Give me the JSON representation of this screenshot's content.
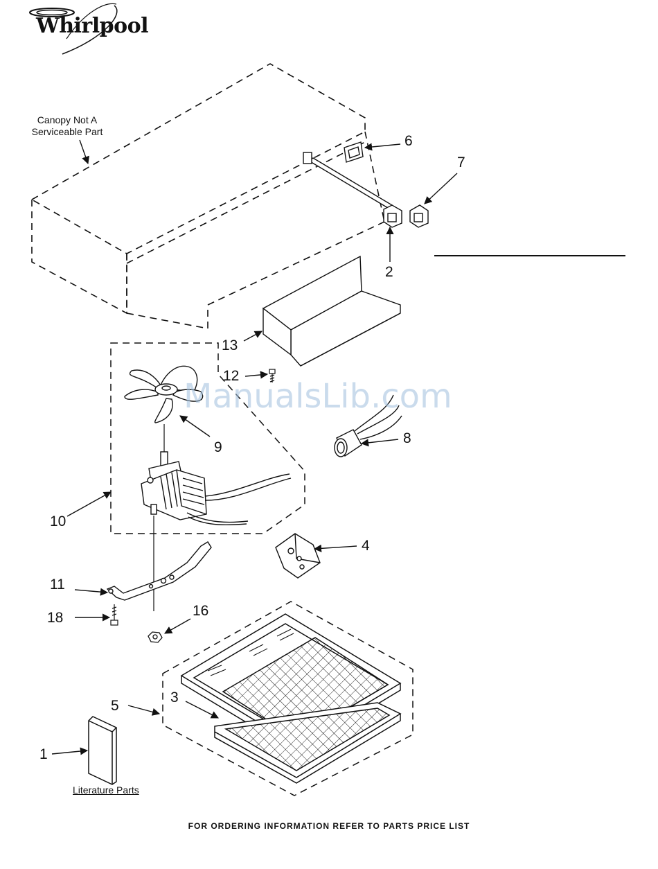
{
  "brand": {
    "name": "Whirlpool"
  },
  "watermark": {
    "text": "ManualsLib.com"
  },
  "notes": {
    "canopy_line1": "Canopy Not A",
    "canopy_line2": "Serviceable Part",
    "literature": "Literature Parts"
  },
  "footer": {
    "text": "FOR ORDERING INFORMATION REFER TO PARTS PRICE LIST"
  },
  "callouts": {
    "c1": "1",
    "c2": "2",
    "c3": "3",
    "c4": "4",
    "c5": "5",
    "c6": "6",
    "c7": "7",
    "c8": "8",
    "c9": "9",
    "c10": "10",
    "c11": "11",
    "c12": "12",
    "c13": "13",
    "c16": "16",
    "c18": "18"
  },
  "colors": {
    "ink": "#111111",
    "watermark": "#9fbfdd",
    "background": "#ffffff"
  }
}
